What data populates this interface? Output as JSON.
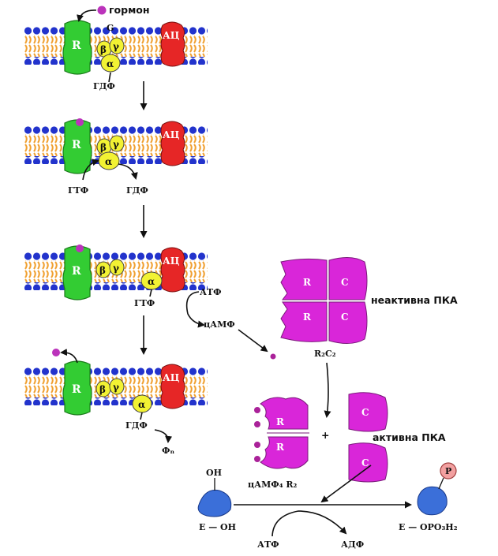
{
  "labels": {
    "hormone": "гормон",
    "g": "G",
    "r": "R",
    "beta": "β",
    "gamma": "γ",
    "alpha": "α",
    "ac": "АЦ",
    "gdp": "ГДФ",
    "gtp": "ГТФ",
    "atp": "АТФ",
    "camp": "цАМФ",
    "c": "C",
    "inactive_pka": "неактивна ПКА",
    "r2c2": "R₂C₂",
    "active_pka": "активна ПКА",
    "camp4_r2": "цАМФ₄ R₂",
    "plus": "+",
    "pi": "Фₙ",
    "oh": "OH",
    "e_oh": "E — OH",
    "adp": "АДФ",
    "e_opo3h2": "E — OPO₃H₂",
    "p": "P"
  },
  "colors": {
    "receptor": "#33cc33",
    "g_protein": "#f2f233",
    "adenylate_cyclase": "#e62626",
    "pka": "#d926d9",
    "enzyme": "#3b6fd9",
    "phosphate": "#f2a0a0",
    "lipid_head": "#2233cc",
    "lipid_tail": "#f0a030",
    "hormone": "#bb33bb"
  }
}
